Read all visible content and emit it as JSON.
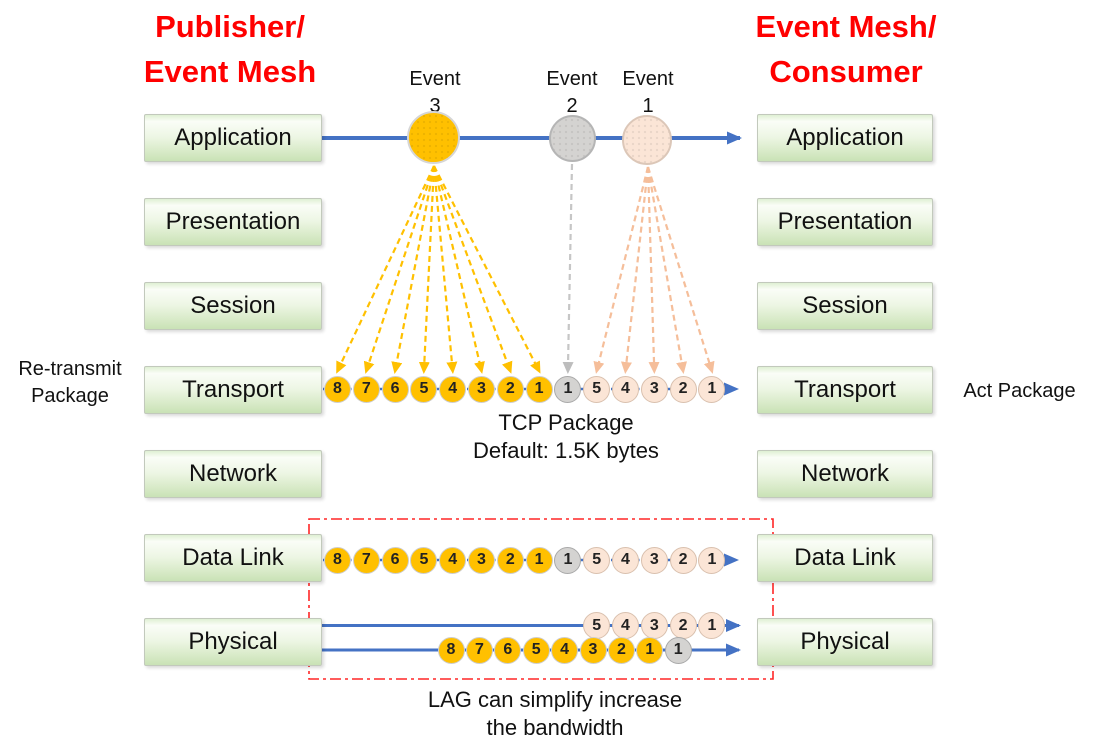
{
  "titles": {
    "left": [
      "Publisher/",
      "Event Mesh"
    ],
    "right": [
      "Event Mesh/",
      "Consumer"
    ]
  },
  "layers": [
    "Application",
    "Presentation",
    "Session",
    "Transport",
    "Network",
    "Data Link",
    "Physical"
  ],
  "events": [
    {
      "label": "Event",
      "number": "3",
      "color": "orange"
    },
    {
      "label": "Event",
      "number": "2",
      "color": "gray"
    },
    {
      "label": "Event",
      "number": "1",
      "color": "peach"
    }
  ],
  "notes": {
    "retransmit": [
      "Re-transmit",
      "Package"
    ],
    "act": "Act Package",
    "tcp": [
      "TCP Package",
      "Default: 1.5K bytes"
    ],
    "lag": [
      "LAG can simplify increase",
      "the bandwidth"
    ]
  },
  "packet_rows": {
    "transport": [
      {
        "n": "8",
        "c": "orange"
      },
      {
        "n": "7",
        "c": "orange"
      },
      {
        "n": "6",
        "c": "orange"
      },
      {
        "n": "5",
        "c": "orange"
      },
      {
        "n": "4",
        "c": "orange"
      },
      {
        "n": "3",
        "c": "orange"
      },
      {
        "n": "2",
        "c": "orange"
      },
      {
        "n": "1",
        "c": "orange"
      },
      {
        "n": "1",
        "c": "gray"
      },
      {
        "n": "5",
        "c": "peach"
      },
      {
        "n": "4",
        "c": "peach"
      },
      {
        "n": "3",
        "c": "peach"
      },
      {
        "n": "2",
        "c": "peach"
      },
      {
        "n": "1",
        "c": "peach"
      }
    ],
    "datalink": [
      {
        "n": "8",
        "c": "orange"
      },
      {
        "n": "7",
        "c": "orange"
      },
      {
        "n": "6",
        "c": "orange"
      },
      {
        "n": "5",
        "c": "orange"
      },
      {
        "n": "4",
        "c": "orange"
      },
      {
        "n": "3",
        "c": "orange"
      },
      {
        "n": "2",
        "c": "orange"
      },
      {
        "n": "1",
        "c": "orange"
      },
      {
        "n": "1",
        "c": "gray"
      },
      {
        "n": "5",
        "c": "peach"
      },
      {
        "n": "4",
        "c": "peach"
      },
      {
        "n": "3",
        "c": "peach"
      },
      {
        "n": "2",
        "c": "peach"
      },
      {
        "n": "1",
        "c": "peach"
      }
    ],
    "physical_top": [
      {
        "n": "5",
        "c": "peach"
      },
      {
        "n": "4",
        "c": "peach"
      },
      {
        "n": "3",
        "c": "peach"
      },
      {
        "n": "2",
        "c": "peach"
      },
      {
        "n": "1",
        "c": "peach"
      }
    ],
    "physical_bottom": [
      {
        "n": "8",
        "c": "orange"
      },
      {
        "n": "7",
        "c": "orange"
      },
      {
        "n": "6",
        "c": "orange"
      },
      {
        "n": "5",
        "c": "orange"
      },
      {
        "n": "4",
        "c": "orange"
      },
      {
        "n": "3",
        "c": "orange"
      },
      {
        "n": "2",
        "c": "orange"
      },
      {
        "n": "1",
        "c": "orange"
      },
      {
        "n": "1",
        "c": "gray"
      }
    ]
  },
  "colors": {
    "blue": "#4472C4",
    "orange": "#FFC000",
    "gray_packet": "#D4D3D1",
    "peach_packet": "#FBE5D6",
    "peach_arrow": "#F5BE9A",
    "red": "#FF0000",
    "box_green": "#D6E9C5"
  }
}
